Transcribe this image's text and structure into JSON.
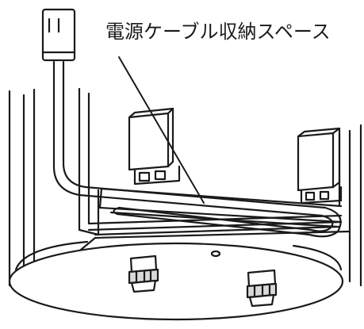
{
  "diagram": {
    "callout_label": "電源ケーブル収納スペース",
    "colors": {
      "ink": "#1a1a1a",
      "fill_light": "#ffffff",
      "fill_shade": "#d9d9d9",
      "background": "#ffffff"
    },
    "parts": {
      "plug": "power-plug-icon",
      "cable": "power-cable",
      "storage_space": "cable-storage-space",
      "base": "appliance-base",
      "feet": "adjuster-foot-icon"
    }
  }
}
